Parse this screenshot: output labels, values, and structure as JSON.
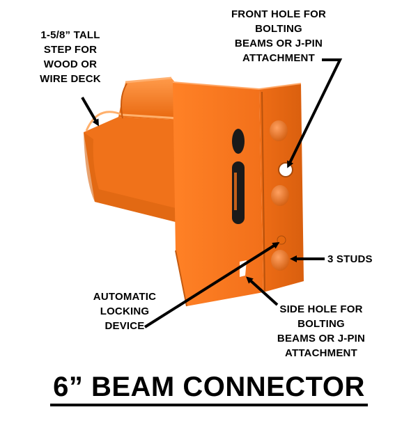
{
  "callouts": {
    "step": [
      "1-5/8” TALL",
      "STEP FOR",
      "WOOD OR",
      "WIRE DECK"
    ],
    "front_hole": [
      "FRONT HOLE FOR",
      "BOLTING",
      "BEAMS OR J-PIN",
      "ATTACHMENT"
    ],
    "studs": "3 STUDS",
    "locking": [
      "AUTOMATIC",
      "LOCKING",
      "DEVICE"
    ],
    "side_hole": [
      "SIDE HOLE FOR",
      "BOLTING",
      "BEAMS OR J-PIN",
      "ATTACHMENT"
    ]
  },
  "title": "6” BEAM CONNECTOR",
  "colors": {
    "connector": "#ff7a1e",
    "connector_shadow": "#c75a10",
    "connector_light": "#ff9a4a",
    "arrow": "#000000",
    "background": "#ffffff"
  }
}
